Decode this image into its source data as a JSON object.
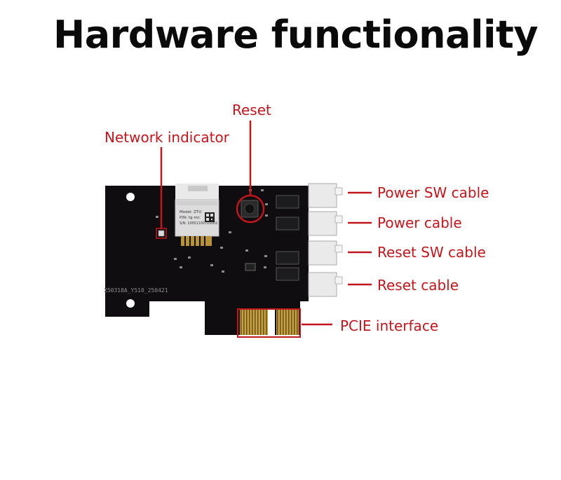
{
  "title": "Hardware functionality",
  "module": {
    "line1": "Model: ZTU",
    "line2": "P/N: tg-mc",
    "line3": "S/N: 10001100703002"
  },
  "board_silkscreen": "X50318A_Y510_250421",
  "callouts": {
    "reset": "Reset",
    "network_indicator": "Network indicator",
    "power_sw_cable": "Power SW cable",
    "power_cable": "Power cable",
    "reset_sw_cable": "Reset SW cable",
    "reset_cable": "Reset cable",
    "pcie_interface": "PCIE interface"
  },
  "colors": {
    "callout": "#c0161c",
    "board": "#0f0d10",
    "gold": "#c8a23a"
  }
}
